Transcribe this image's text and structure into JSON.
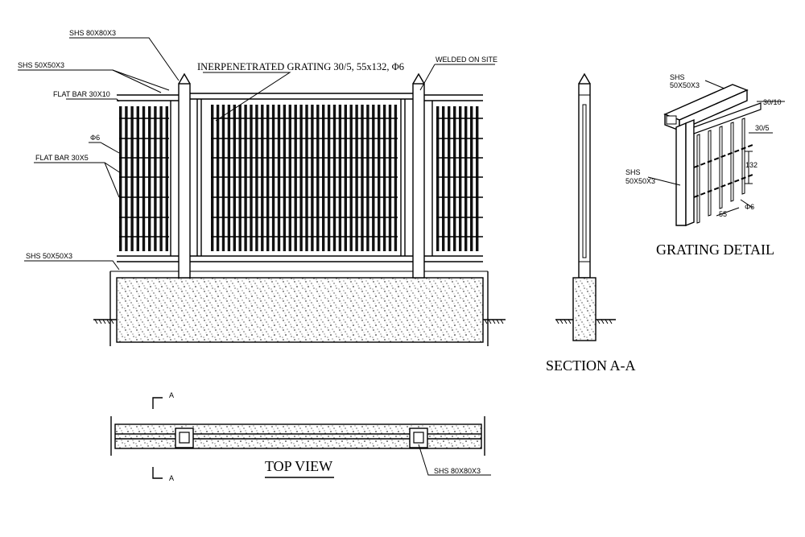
{
  "labels": {
    "shs_80x80x3_top": "SHS 80X80X3",
    "shs_50x50x3_top": "SHS 50X50X3",
    "flat_bar_30x10": "FLAT BAR 30X10",
    "phi6": "Φ6",
    "flat_bar_30x5": "FLAT BAR 30X5",
    "shs_50x50x3_bottom": "SHS 50X50X3",
    "grating_note": "INERPENETRATED GRATING 30/5, 55x132, Φ6",
    "welded_on_site": "WELDED ON SITE",
    "section_marker_top": "A",
    "section_marker_bottom": "A",
    "shs_80x80x3_plan": "SHS 80X80X3"
  },
  "titles": {
    "top_view": "TOP VIEW",
    "section_aa": "SECTION A-A",
    "grating_detail": "GRATING DETAIL"
  },
  "detail": {
    "shs_top": "SHS\n50X50X3",
    "flat_30_10": "30/10",
    "flat_30_5": "30/5",
    "dim_132": "132",
    "shs_left": "SHS\n50X50X3",
    "dim_55": "55",
    "phi6": "Φ6"
  }
}
